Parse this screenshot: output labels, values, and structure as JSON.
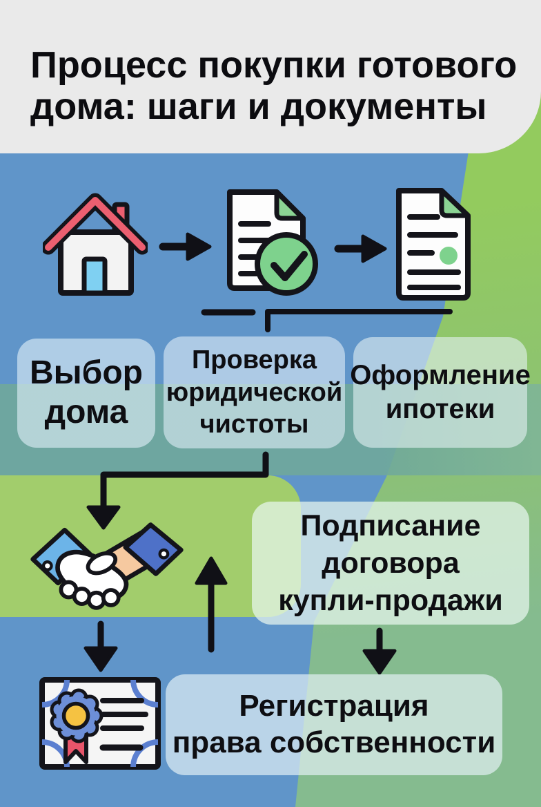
{
  "header": {
    "title": "Процесс покупки готового\nдома: шаги и документы"
  },
  "flow": {
    "steps": [
      {
        "icon": "house-icon",
        "label": "Выбор\nдома"
      },
      {
        "icon": "document-check-icon",
        "label": "Проверка\nюридической\nчистоты"
      },
      {
        "icon": "mortgage-document-icon",
        "label": "Оформление\nипотеки"
      },
      {
        "icon": "handshake-icon",
        "label": "Подписание\nдоговора\nкупли-продажи"
      },
      {
        "icon": "certificate-icon",
        "label": "Регистрация\nправа собственности"
      }
    ],
    "connectors": [
      "arrow-right-house-to-check",
      "arrow-right-check-to-mortgage",
      "elbow-mortgage-to-check-label",
      "elbow-check-label-to-handshake",
      "down-arrow-handshake-to-certificate",
      "up-arrow-registration-to-handshake",
      "down-arrow-signing-to-registration"
    ]
  },
  "colors": {
    "background_blue": "#6095C9",
    "green_bright": "#93CB5E",
    "green_band": "#A2CD6C",
    "green_sage": "#85BB8F",
    "teal_band": "#6FA89B",
    "header_gray": "#EAEAEA",
    "text_black": "#0F0F13",
    "roof_red": "#EC5F70",
    "door_blue": "#7FD0F2",
    "check_green": "#7ED28D",
    "fold_green": "#8BD494",
    "sleeve_light_blue": "#6CB4E8",
    "sleeve_dark_blue": "#4E71C8",
    "hand_skin": "#F6C9A0",
    "seal_blue": "#6D8FD8",
    "seal_yellow": "#F5C242",
    "ribbon_red": "#E8556A",
    "corner_arc_blue": "#5B7FD0"
  }
}
